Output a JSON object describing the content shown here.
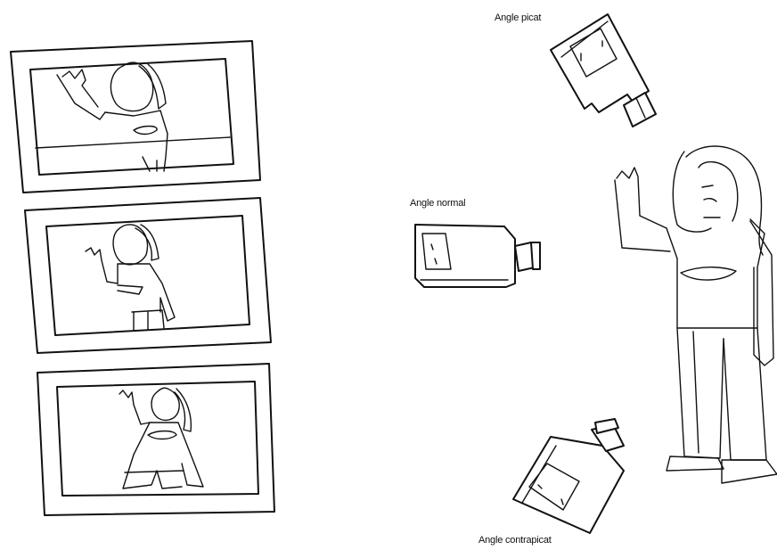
{
  "labels": {
    "angle_high": "Angle picat",
    "angle_normal": "Angle normal",
    "angle_low": "Angle contrapicat"
  }
}
